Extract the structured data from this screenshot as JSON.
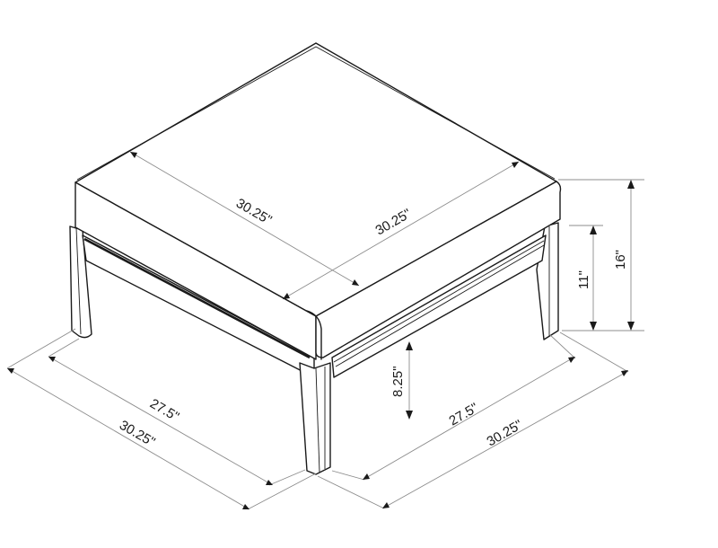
{
  "diagram": {
    "subject": "Square ottoman, isometric line drawing with dimensions",
    "colors": {
      "line": "#1a1a1a",
      "dimension_line": "#8c8c8c",
      "background": "#ffffff"
    },
    "dimensions": {
      "top_depth": "30.25\"",
      "top_width": "30.25\"",
      "seat_height": "16\"",
      "frame_height": "11\"",
      "leg_clearance": "8.25\"",
      "leg_span_left": "27.5\"",
      "overall_left": "30.25\"",
      "leg_span_right": "27.5\"",
      "overall_right": "30.25\""
    }
  }
}
